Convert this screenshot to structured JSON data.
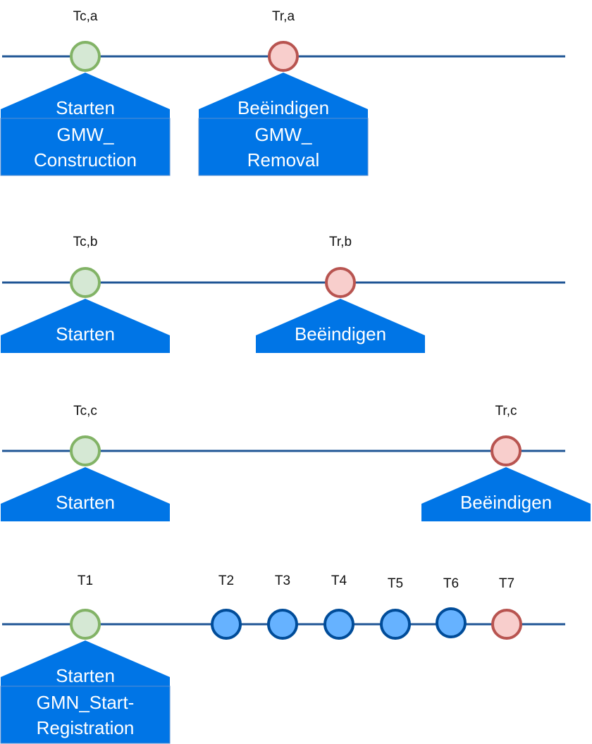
{
  "colors": {
    "timeline": "#1f5595",
    "start_fill": "#d5e8d4",
    "start_stroke": "#82b366",
    "end_fill": "#f8cecc",
    "end_stroke": "#b85450",
    "mid_fill": "#66b2ff",
    "mid_stroke": "#004c99",
    "shape_fill": "#0075e6"
  },
  "timelines": [
    {
      "id": "a",
      "events": [
        {
          "label": "Tc,a",
          "kind": "start",
          "header": "Starten",
          "body_lines": [
            "GMW_",
            "Construction"
          ]
        },
        {
          "label": "Tr,a",
          "kind": "end",
          "header": "Beëindigen",
          "body_lines": [
            "GMW_",
            "Removal"
          ]
        }
      ]
    },
    {
      "id": "b",
      "events": [
        {
          "label": "Tc,b",
          "kind": "start",
          "header": "Starten",
          "body_lines": []
        },
        {
          "label": "Tr,b",
          "kind": "end",
          "header": "Beëindigen",
          "body_lines": []
        }
      ]
    },
    {
      "id": "c",
      "events": [
        {
          "label": "Tc,c",
          "kind": "start",
          "header": "Starten",
          "body_lines": []
        },
        {
          "label": "Tr,c",
          "kind": "end",
          "header": "Beëindigen",
          "body_lines": []
        }
      ]
    },
    {
      "id": "d",
      "events": [
        {
          "label": "T1",
          "kind": "start",
          "header": "Starten",
          "body_lines": [
            "GMN_Start-",
            "Registration"
          ]
        },
        {
          "label": "T2",
          "kind": "mid"
        },
        {
          "label": "T3",
          "kind": "mid"
        },
        {
          "label": "T4",
          "kind": "mid"
        },
        {
          "label": "T5",
          "kind": "mid"
        },
        {
          "label": "T6",
          "kind": "mid"
        },
        {
          "label": "T7",
          "kind": "end"
        }
      ]
    }
  ]
}
